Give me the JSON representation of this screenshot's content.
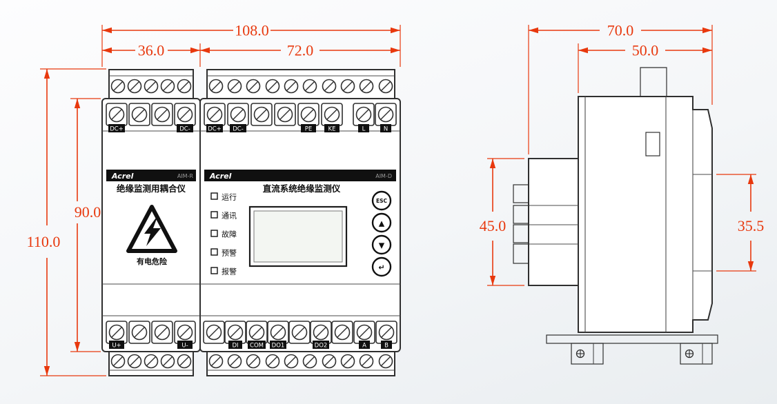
{
  "colors": {
    "dimension": "#e8380d",
    "line": "#2f2f2f"
  },
  "dimensions": {
    "front_total_width": "108.0",
    "front_left_width": "36.0",
    "front_right_width": "72.0",
    "front_total_height": "110.0",
    "front_body_height": "90.0",
    "side_total_depth": "70.0",
    "side_front_depth": "50.0",
    "side_terminal_height": "45.0",
    "side_panel_height": "35.5"
  },
  "front": {
    "left_module": {
      "brand": "Acrel",
      "model": "AIM-R",
      "title": "绝缘监测用耦合仪",
      "warning": "有电危险",
      "top_terminals": [
        "DC+",
        "DC-"
      ],
      "bottom_terminals": [
        "U+",
        "U-"
      ]
    },
    "right_module": {
      "brand": "Acrel",
      "model": "AIM-D",
      "title": "直流系统绝缘监测仪",
      "leds": [
        "运行",
        "通讯",
        "故障",
        "预警",
        "报警"
      ],
      "buttons": {
        "esc": "ESC",
        "up": "▲",
        "down": "▼",
        "enter": "↵"
      },
      "top_terminals": [
        "DC+",
        "DC-",
        "PE",
        "KE",
        "L",
        "N"
      ],
      "bottom_terminals": [
        "DI",
        "COM",
        "DO1",
        "DO2",
        "A",
        "B"
      ]
    }
  }
}
